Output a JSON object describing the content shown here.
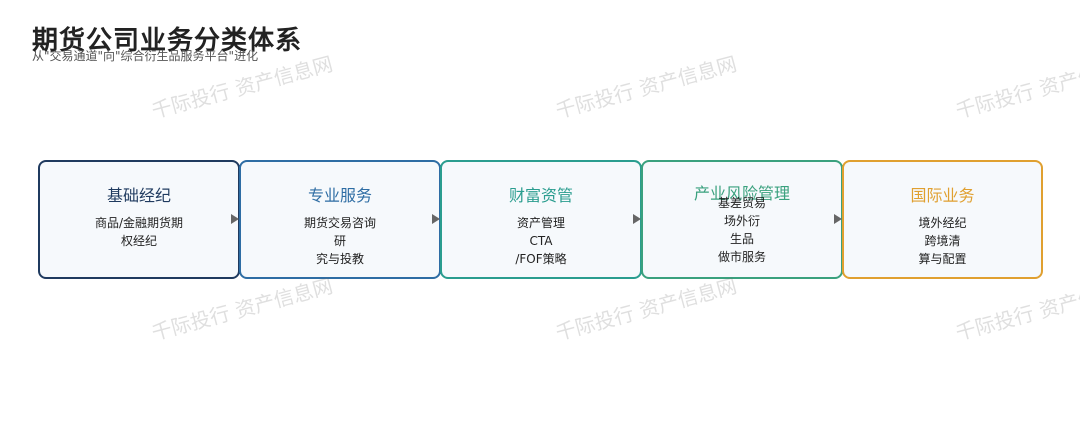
{
  "title": "期货公司业务分类体系",
  "subtitle": "从\"交易通道\"向\"综合衍生品服务平台\"进化",
  "watermark": "千际投行 资产信息网",
  "colors": {
    "brokerage": "#1f3a5f",
    "professional": "#2e6da4",
    "wealth": "#2a9d8f",
    "risk": "#3aa17e",
    "international": "#e0a030"
  },
  "flow": [
    {
      "title": "基础经纪",
      "lines": [
        "商品/金融期货期",
        "权经纪"
      ]
    },
    {
      "title": "专业服务",
      "lines": [
        "期货交易咨询",
        "研",
        "究与投教"
      ]
    },
    {
      "title": "财富资管",
      "lines": [
        "资产管理",
        "CTA",
        "/FOF策略"
      ]
    },
    {
      "title": "产业风险管理",
      "lines": [
        "基差贸易",
        "场外衍",
        "生品",
        "做市服务"
      ]
    },
    {
      "title": "国际业务",
      "lines": [
        "境外经纪",
        "跨境清",
        "算与配置"
      ]
    }
  ]
}
